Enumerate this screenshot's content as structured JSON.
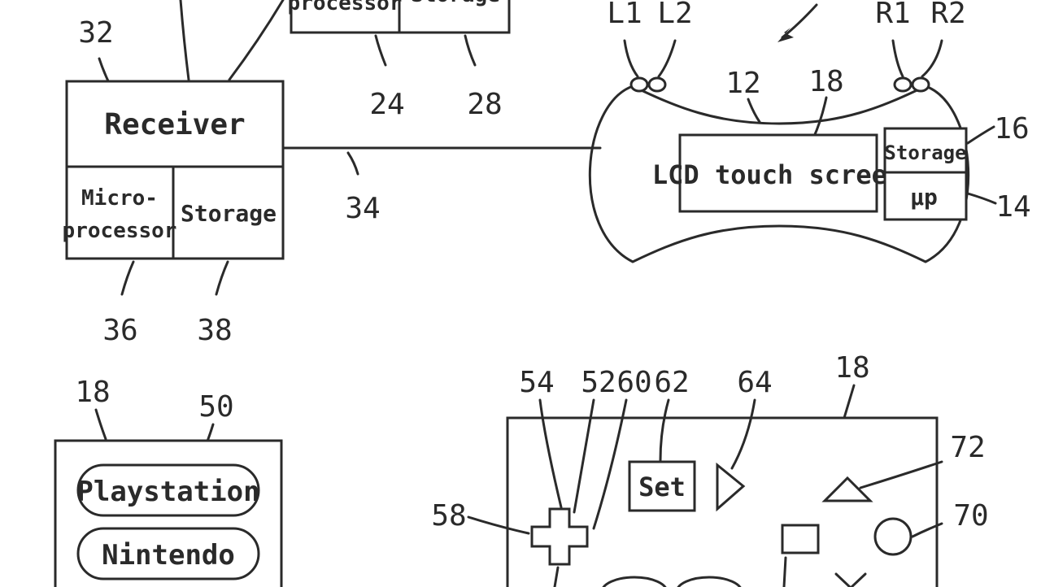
{
  "top_box": {
    "processor_label": "processor",
    "storage_label": "Storage",
    "ref_processor": "24",
    "ref_storage": "28"
  },
  "receiver": {
    "ref": "32",
    "title": "Receiver",
    "micro_line1": "Micro-",
    "micro_line2": "processor",
    "storage_label": "Storage",
    "ref_micro": "36",
    "ref_storage": "38"
  },
  "link": {
    "ref": "34"
  },
  "controller": {
    "ref_body": "12",
    "ref_screen": "18",
    "screen_label": "LCD touch screen",
    "storage_label": "Storage",
    "micro_label": "µp",
    "ref_storage": "16",
    "ref_micro": "14",
    "shoulder_L1": "L1",
    "shoulder_L2": "L2",
    "shoulder_R1": "R1",
    "shoulder_R2": "R2"
  },
  "menu_screen": {
    "ref_screen": "18",
    "ref_list": "50",
    "option1": "Playstation",
    "option2": "Nintendo"
  },
  "gamepad_screen": {
    "ref_screen": "18",
    "ref_54": "54",
    "ref_52": "52",
    "ref_60": "60",
    "ref_62": "62",
    "ref_64": "64",
    "ref_72": "72",
    "ref_58": "58",
    "ref_70": "70",
    "set_label": "Set"
  }
}
